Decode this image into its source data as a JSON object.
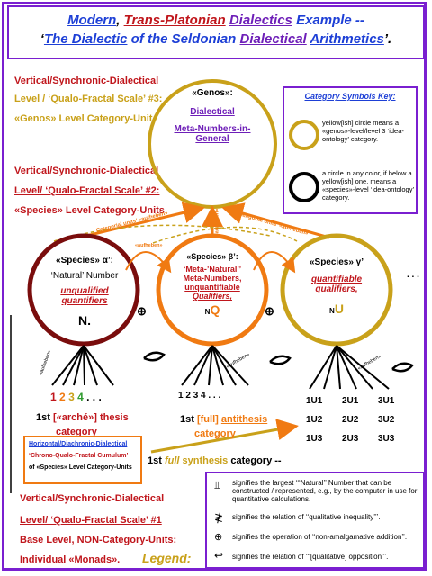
{
  "title": {
    "line1": {
      "modern": "Modern",
      "comma": ", ",
      "trans_platonian": "Trans-Platonian",
      "dialectics": "Dialectics",
      "example": "Example --"
    },
    "line2": {
      "open": "‘",
      "the_dialectic": "The Dialectic",
      "of_the": "of the",
      "seldonian": "Seldonian",
      "dialectical": "Dialectical",
      "arithmetics": "Arithmetics",
      "close": "’."
    }
  },
  "levels": {
    "level3": {
      "line1": "Vertical/Synchronic-Dialectical",
      "line2": "Level / ‘Qualo-Fractal Scale’ #3:",
      "line3": "«Genos» Level Category-Unit"
    },
    "level2": {
      "line1": "Vertical/Synchronic-Dialectical",
      "line2": "Level/ ‘Qualo-Fractal Scale’ #2:",
      "line3": "«Species» Level Category-Units"
    },
    "level1": {
      "line1": "Vertical/Synchronic-Dialectical",
      "line2": "Level/ ‘Qualo-Fractal Scale’ #1",
      "line3": "Base Level, NON-Category-Units:",
      "line4": "Individual «Monads»."
    }
  },
  "genos": {
    "line1": "«Genos»:",
    "line2": "Dialectical",
    "line3": "Meta-Numbers-in-General"
  },
  "key": {
    "title": "Category Symbols Key:",
    "yellow_desc": "yellow[ish] circle means a «genos»-level/level 3 ‘idea-ontology’ category.",
    "black_desc": "a circle in any color, if below a yellow[ish] one, means a «species»-level ‘idea-ontology’ category."
  },
  "arrows": {
    "left": "Categorial units’ «aufheben»",
    "right": "Categorial units’ «aufheben»",
    "mid": "«aufheben»",
    "mid2": "«aufheben»"
  },
  "species_alpha": {
    "label": "«Species» α’:",
    "line2": "‘Natural’ Number",
    "line3": "unqualified quantifiers",
    "symbol": "N."
  },
  "species_beta": {
    "label": "«Species» β’:",
    "line2": "‘Meta-’Natural’’",
    "line3": "Meta-Numbers,",
    "line4": "unquantifiable",
    "line5": "Qualifiers,",
    "symbol": "Q",
    "sub": "N"
  },
  "species_gamma": {
    "label": "«Species» γ’",
    "line2": "quantifiable",
    "line3": "qualifiers,",
    "symbol": "U",
    "sub": "N"
  },
  "operators": {
    "oplus": "⊕",
    "dots": ". . ."
  },
  "aufheben_small": "«aufheben»",
  "thesis": {
    "numbers": [
      "1",
      "2",
      "3",
      "4",
      ". . ."
    ],
    "label_a": "1st",
    "label_b": "[«arché»] thesis",
    "label_c": "category"
  },
  "antithesis": {
    "numbers": [
      "1",
      "2",
      "3",
      "4",
      ". . ."
    ],
    "label_a": "1st",
    "label_b": "[full]",
    "label_c": "antithesis",
    "label_d": "category"
  },
  "synthesis_grid": [
    "1U1",
    "2U1",
    "3U1",
    "1U2",
    "2U2",
    "3U2",
    "1U3",
    "2U3",
    "3U3"
  ],
  "synthesis_label": {
    "a": "1st",
    "b": "full",
    "c": "synthesis",
    "d": "category --"
  },
  "horizontal_box": {
    "line1": "Horizontal/Diachronic-Dialectical",
    "line2": "‘Chrono-Qualo-Fractal Cumulum’",
    "line3": "of «Species» Level Category-Units"
  },
  "legend": {
    "title": "Legend:",
    "row1": "signifies the largest ‘‘‘Natural’’ Number that can be constructed / represented, e.g., by the computer in use for quantitative calculations.",
    "row2": "signifies the relation of ‘‘qualitative inequality’’’.",
    "row3": "signifies the operation of ‘‘non-amalgamative addition’’.",
    "row4": "signifies the relation of ‘‘‘[qualitative] opposition’’’."
  },
  "colors": {
    "purple": "#7a1fd0",
    "gold": "#c9a11a",
    "maroon": "#7a0d0d",
    "orange": "#f07a12",
    "blue": "#1d3fd6",
    "red": "#c0161c"
  }
}
